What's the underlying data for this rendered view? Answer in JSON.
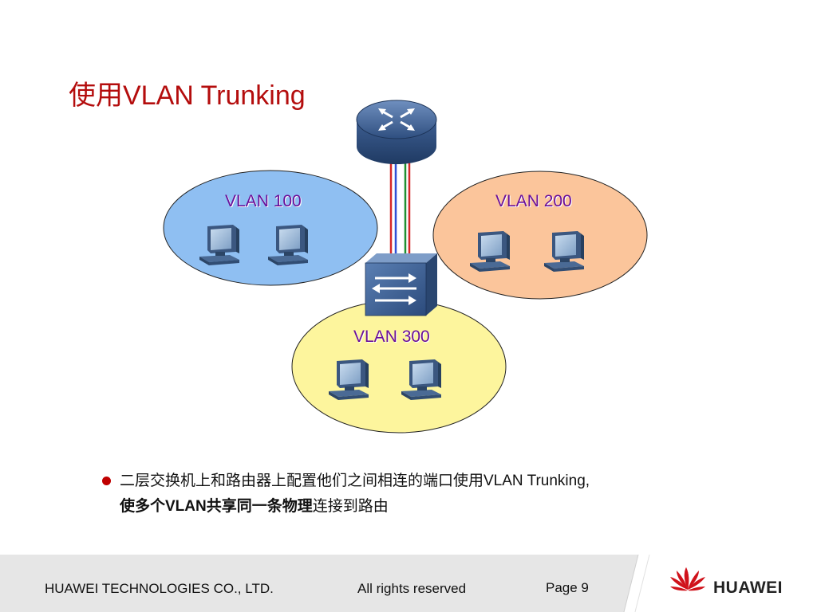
{
  "title": "使用VLAN Trunking",
  "vlans": [
    {
      "label": "VLAN 100",
      "color": "#8fbff2"
    },
    {
      "label": "VLAN 200",
      "color": "#fbc59b"
    },
    {
      "label": "VLAN 300",
      "color": "#fdf59d"
    }
  ],
  "trunk_colors": [
    "#d62828",
    "#2f4fd6",
    "#1f8f2f"
  ],
  "bullet": {
    "line1": "二层交换机上和路由器上配置他们之间相连的端口使用VLAN Trunking,",
    "line2_bold": "使多个VLAN共享同一条物理",
    "line2_rest": "连接到路由"
  },
  "footer": {
    "company": "HUAWEI TECHNOLOGIES CO., LTD.",
    "rights": "All rights reserved",
    "page": "Page 9",
    "brand": "HUAWEI"
  },
  "colors": {
    "title": "#b40d0d",
    "accent": "#c00000",
    "footer_bg": "#e6e6e6",
    "device": "#3b5f8e"
  },
  "icons": [
    "router-icon",
    "switch-icon",
    "computer-icon",
    "huawei-logo-icon"
  ]
}
